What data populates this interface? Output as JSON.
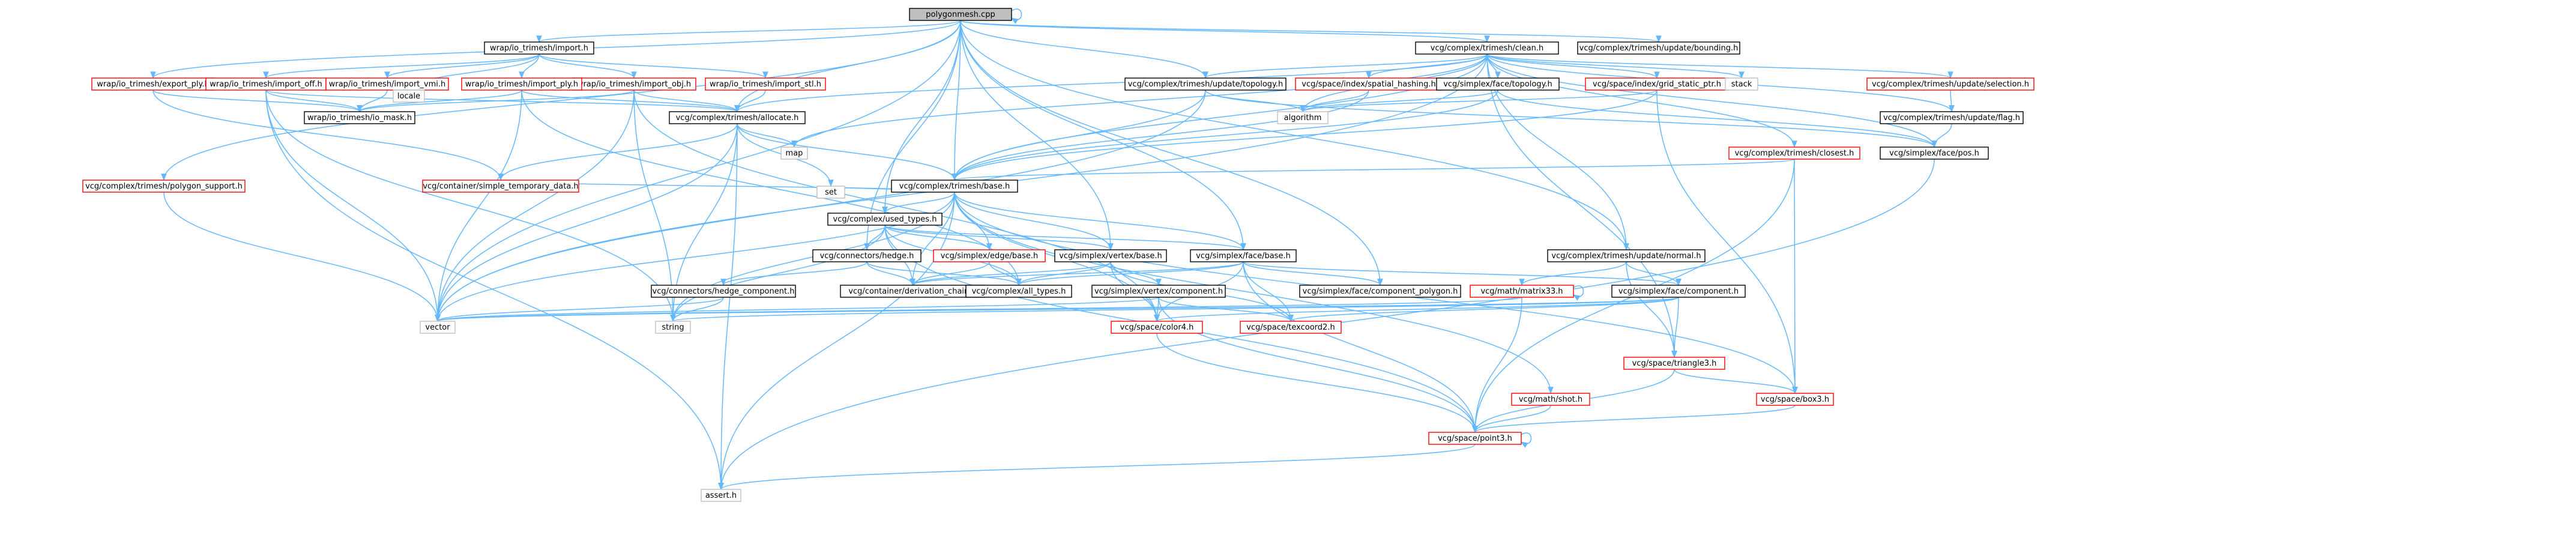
{
  "colors": {
    "root_fill": "#bfbfbf",
    "root_stroke": "#000000",
    "local_stroke": "#000000",
    "missing_stroke": "#ff0000",
    "external_stroke": "#bfbfbf",
    "node_fill": "#ffffff",
    "edge": "#63b8ff",
    "text": "#000000"
  },
  "icons": {
    "arrowhead": "edge-arrowhead-icon"
  },
  "nodes": [
    {
      "id": "root",
      "label": "polygonmesh.cpp",
      "kind": "root"
    },
    {
      "id": "clean",
      "label": "vcg/complex/trimesh/clean.h",
      "kind": "local"
    },
    {
      "id": "bounding",
      "label": "vcg/complex/trimesh/update/bounding.h",
      "kind": "local"
    },
    {
      "id": "import_h",
      "label": "wrap/io_trimesh/import.h",
      "kind": "local"
    },
    {
      "id": "export_ply",
      "label": "wrap/io_trimesh/export_ply.h",
      "kind": "missing"
    },
    {
      "id": "import_off",
      "label": "wrap/io_trimesh/import_off.h",
      "kind": "missing"
    },
    {
      "id": "import_vmi",
      "label": "wrap/io_trimesh/import_vmi.h",
      "kind": "missing"
    },
    {
      "id": "locale",
      "label": "locale",
      "kind": "external"
    },
    {
      "id": "import_obj",
      "label": "wrap/io_trimesh/import_obj.h",
      "kind": "missing"
    },
    {
      "id": "import_ply",
      "label": "wrap/io_trimesh/import_ply.h",
      "kind": "missing"
    },
    {
      "id": "import_stl",
      "label": "wrap/io_trimesh/import_stl.h",
      "kind": "missing"
    },
    {
      "id": "io_mask",
      "label": "wrap/io_trimesh/io_mask.h",
      "kind": "local"
    },
    {
      "id": "polygon_support",
      "label": "vcg/complex/trimesh/polygon_support.h",
      "kind": "missing"
    },
    {
      "id": "allocate",
      "label": "vcg/complex/trimesh/allocate.h",
      "kind": "local"
    },
    {
      "id": "update_topology",
      "label": "vcg/complex/trimesh/update/topology.h",
      "kind": "local"
    },
    {
      "id": "spatial_hashing",
      "label": "vcg/space/index/spatial_hashing.h",
      "kind": "missing"
    },
    {
      "id": "face_topology",
      "label": "vcg/simplex/face/topology.h",
      "kind": "local"
    },
    {
      "id": "grid_static_ptr",
      "label": "vcg/space/index/grid_static_ptr.h",
      "kind": "missing"
    },
    {
      "id": "stack",
      "label": "stack",
      "kind": "external"
    },
    {
      "id": "update_selection",
      "label": "vcg/complex/trimesh/update/selection.h",
      "kind": "missing"
    },
    {
      "id": "update_flag",
      "label": "vcg/complex/trimesh/update/flag.h",
      "kind": "local"
    },
    {
      "id": "closest",
      "label": "vcg/complex/trimesh/closest.h",
      "kind": "missing"
    },
    {
      "id": "algorithm",
      "label": "algorithm",
      "kind": "external"
    },
    {
      "id": "map",
      "label": "map",
      "kind": "external"
    },
    {
      "id": "face_pos",
      "label": "vcg/simplex/face/pos.h",
      "kind": "local"
    },
    {
      "id": "base",
      "label": "vcg/complex/trimesh/base.h",
      "kind": "local"
    },
    {
      "id": "simple_temp",
      "label": "vcg/container/simple_temporary_data.h",
      "kind": "missing"
    },
    {
      "id": "set",
      "label": "set",
      "kind": "external"
    },
    {
      "id": "used_types",
      "label": "vcg/complex/used_types.h",
      "kind": "local"
    },
    {
      "id": "hedge",
      "label": "vcg/connectors/hedge.h",
      "kind": "local"
    },
    {
      "id": "edge_base",
      "label": "vcg/simplex/edge/base.h",
      "kind": "missing"
    },
    {
      "id": "vertex_base",
      "label": "vcg/simplex/vertex/base.h",
      "kind": "local"
    },
    {
      "id": "face_base",
      "label": "vcg/simplex/face/base.h",
      "kind": "local"
    },
    {
      "id": "update_normal",
      "label": "vcg/complex/trimesh/update/normal.h",
      "kind": "local"
    },
    {
      "id": "hedge_component",
      "label": "vcg/connectors/hedge_component.h",
      "kind": "local"
    },
    {
      "id": "derivation_chain",
      "label": "vcg/container/derivation_chain.h",
      "kind": "local"
    },
    {
      "id": "all_types",
      "label": "vcg/complex/all_types.h",
      "kind": "local"
    },
    {
      "id": "vertex_component",
      "label": "vcg/simplex/vertex/component.h",
      "kind": "local"
    },
    {
      "id": "component_polygon",
      "label": "vcg/simplex/face/component_polygon.h",
      "kind": "local"
    },
    {
      "id": "matrix33",
      "label": "vcg/math/matrix33.h",
      "kind": "missing"
    },
    {
      "id": "face_component",
      "label": "vcg/simplex/face/component.h",
      "kind": "local"
    },
    {
      "id": "vector",
      "label": "vector",
      "kind": "external"
    },
    {
      "id": "string",
      "label": "string",
      "kind": "external"
    },
    {
      "id": "color4",
      "label": "vcg/space/color4.h",
      "kind": "missing"
    },
    {
      "id": "texcoord2",
      "label": "vcg/space/texcoord2.h",
      "kind": "missing"
    },
    {
      "id": "triangle3",
      "label": "vcg/space/triangle3.h",
      "kind": "missing"
    },
    {
      "id": "shot",
      "label": "vcg/math/shot.h",
      "kind": "missing"
    },
    {
      "id": "box3",
      "label": "vcg/space/box3.h",
      "kind": "missing"
    },
    {
      "id": "point3",
      "label": "vcg/space/point3.h",
      "kind": "missing"
    },
    {
      "id": "assert",
      "label": "assert.h",
      "kind": "external"
    }
  ],
  "edges": [
    [
      "root",
      "clean"
    ],
    [
      "root",
      "bounding"
    ],
    [
      "root",
      "import_h"
    ],
    [
      "root",
      "polygon_support"
    ],
    [
      "root",
      "export_ply"
    ],
    [
      "root",
      "allocate"
    ],
    [
      "root",
      "update_topology"
    ],
    [
      "root",
      "base"
    ],
    [
      "root",
      "used_types"
    ],
    [
      "root",
      "hedge"
    ],
    [
      "root",
      "vertex_base"
    ],
    [
      "root",
      "face_base"
    ],
    [
      "root",
      "component_polygon"
    ],
    [
      "root",
      "update_normal"
    ],
    [
      "root",
      "vector"
    ],
    [
      "root",
      "root"
    ],
    [
      "import_h",
      "import_off"
    ],
    [
      "import_h",
      "import_vmi"
    ],
    [
      "import_h",
      "locale"
    ],
    [
      "import_h",
      "import_obj"
    ],
    [
      "import_h",
      "import_ply"
    ],
    [
      "import_h",
      "import_stl"
    ],
    [
      "export_ply",
      "io_mask"
    ],
    [
      "export_ply",
      "simple_temp"
    ],
    [
      "import_off",
      "io_mask"
    ],
    [
      "import_off",
      "allocate"
    ],
    [
      "import_off",
      "vector"
    ],
    [
      "import_off",
      "string"
    ],
    [
      "import_off",
      "assert"
    ],
    [
      "import_vmi",
      "io_mask"
    ],
    [
      "import_obj",
      "io_mask"
    ],
    [
      "import_obj",
      "allocate"
    ],
    [
      "import_obj",
      "vector"
    ],
    [
      "import_obj",
      "string"
    ],
    [
      "import_obj",
      "color4"
    ],
    [
      "import_ply",
      "io_mask"
    ],
    [
      "import_ply",
      "allocate"
    ],
    [
      "import_ply",
      "vector"
    ],
    [
      "import_ply",
      "all_types"
    ],
    [
      "import_stl",
      "allocate"
    ],
    [
      "polygon_support",
      "vector"
    ],
    [
      "clean",
      "allocate"
    ],
    [
      "clean",
      "update_topology"
    ],
    [
      "clean",
      "spatial_hashing"
    ],
    [
      "clean",
      "face_topology"
    ],
    [
      "clean",
      "grid_static_ptr"
    ],
    [
      "clean",
      "stack"
    ],
    [
      "clean",
      "update_selection"
    ],
    [
      "clean",
      "update_flag"
    ],
    [
      "clean",
      "closest"
    ],
    [
      "clean",
      "algorithm"
    ],
    [
      "clean",
      "map"
    ],
    [
      "clean",
      "face_pos"
    ],
    [
      "clean",
      "base"
    ],
    [
      "clean",
      "update_normal"
    ],
    [
      "clean",
      "triangle3"
    ],
    [
      "clean",
      "vector"
    ],
    [
      "allocate",
      "map"
    ],
    [
      "allocate",
      "set"
    ],
    [
      "allocate",
      "vector"
    ],
    [
      "allocate",
      "string"
    ],
    [
      "allocate",
      "simple_temp"
    ],
    [
      "allocate",
      "assert"
    ],
    [
      "allocate",
      "base"
    ],
    [
      "update_topology",
      "algorithm"
    ],
    [
      "update_topology",
      "base"
    ],
    [
      "update_topology",
      "vector"
    ],
    [
      "update_topology",
      "face_pos"
    ],
    [
      "spatial_hashing",
      "base"
    ],
    [
      "spatial_hashing",
      "algorithm"
    ],
    [
      "face_topology",
      "algorithm"
    ],
    [
      "face_topology",
      "base"
    ],
    [
      "face_topology",
      "face_pos"
    ],
    [
      "grid_static_ptr",
      "algorithm"
    ],
    [
      "grid_static_ptr",
      "base"
    ],
    [
      "grid_static_ptr",
      "box3"
    ],
    [
      "update_selection",
      "update_flag"
    ],
    [
      "update_flag",
      "face_pos"
    ],
    [
      "closest",
      "base"
    ],
    [
      "closest",
      "point3"
    ],
    [
      "closest",
      "box3"
    ],
    [
      "face_pos",
      "assert"
    ],
    [
      "base",
      "used_types"
    ],
    [
      "base",
      "vertex_base"
    ],
    [
      "base",
      "face_base"
    ],
    [
      "base",
      "edge_base"
    ],
    [
      "base",
      "set"
    ],
    [
      "base",
      "simple_temp"
    ],
    [
      "base",
      "vector"
    ],
    [
      "base",
      "string"
    ],
    [
      "base",
      "assert"
    ],
    [
      "base",
      "color4"
    ],
    [
      "base",
      "box3"
    ],
    [
      "base",
      "shot"
    ],
    [
      "base",
      "derivation_chain"
    ],
    [
      "used_types",
      "hedge"
    ],
    [
      "used_types",
      "edge_base"
    ],
    [
      "used_types",
      "vertex_base"
    ],
    [
      "used_types",
      "face_base"
    ],
    [
      "used_types",
      "derivation_chain"
    ],
    [
      "used_types",
      "all_types"
    ],
    [
      "used_types",
      "string"
    ],
    [
      "used_types",
      "point3"
    ],
    [
      "hedge",
      "hedge_component"
    ],
    [
      "hedge",
      "derivation_chain"
    ],
    [
      "hedge",
      "all_types"
    ],
    [
      "edge_base",
      "derivation_chain"
    ],
    [
      "edge_base",
      "all_types"
    ],
    [
      "vertex_base",
      "derivation_chain"
    ],
    [
      "vertex_base",
      "all_types"
    ],
    [
      "vertex_base",
      "vertex_component"
    ],
    [
      "vertex_base",
      "color4"
    ],
    [
      "vertex_base",
      "texcoord2"
    ],
    [
      "face_base",
      "derivation_chain"
    ],
    [
      "face_base",
      "all_types"
    ],
    [
      "face_base",
      "face_component"
    ],
    [
      "face_base",
      "component_polygon"
    ],
    [
      "face_base",
      "color4"
    ],
    [
      "face_base",
      "texcoord2"
    ],
    [
      "face_base",
      "point3"
    ],
    [
      "update_normal",
      "matrix33"
    ],
    [
      "update_normal",
      "face_component"
    ],
    [
      "update_normal",
      "triangle3"
    ],
    [
      "hedge_component",
      "vector"
    ],
    [
      "hedge_component",
      "string"
    ],
    [
      "vertex_component",
      "vector"
    ],
    [
      "vertex_component",
      "color4"
    ],
    [
      "vertex_component",
      "texcoord2"
    ],
    [
      "vertex_component",
      "point3"
    ],
    [
      "matrix33",
      "matrix33"
    ],
    [
      "matrix33",
      "vector"
    ],
    [
      "matrix33",
      "point3"
    ],
    [
      "face_component",
      "vector"
    ],
    [
      "face_component",
      "string"
    ],
    [
      "face_component",
      "color4"
    ],
    [
      "face_component",
      "triangle3"
    ],
    [
      "face_component",
      "texcoord2"
    ],
    [
      "color4",
      "point3"
    ],
    [
      "triangle3",
      "box3"
    ],
    [
      "triangle3",
      "point3"
    ],
    [
      "shot",
      "point3"
    ],
    [
      "box3",
      "point3"
    ],
    [
      "point3",
      "point3"
    ],
    [
      "point3",
      "assert"
    ]
  ]
}
